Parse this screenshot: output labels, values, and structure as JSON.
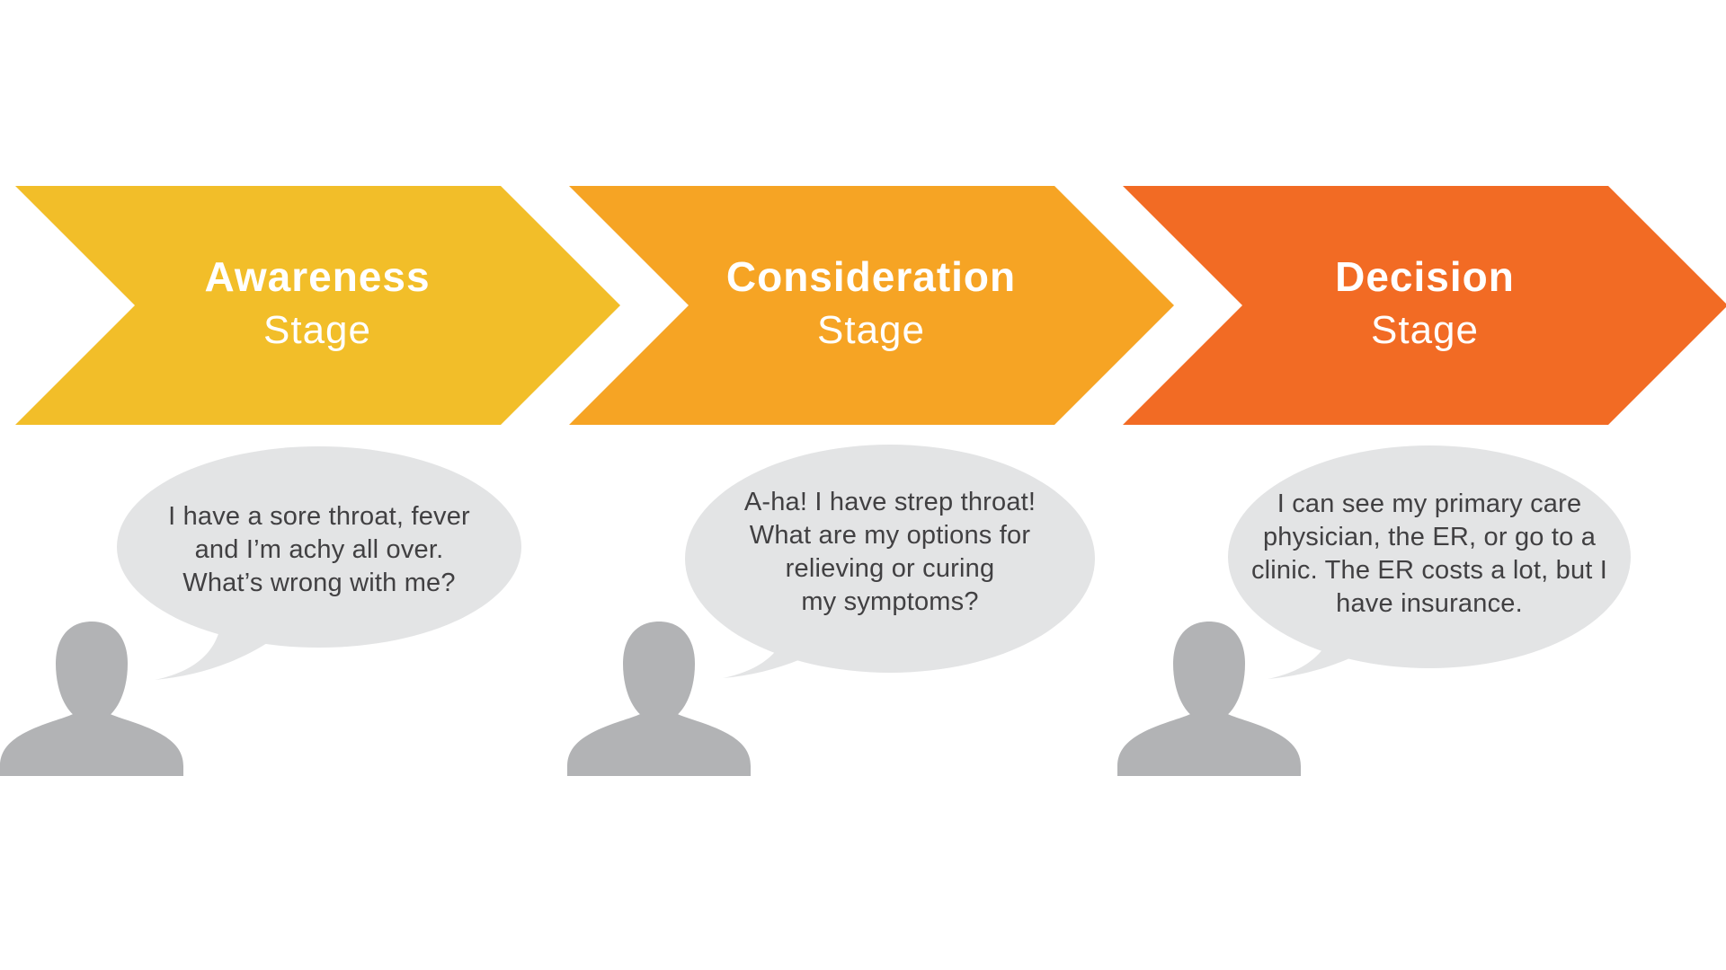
{
  "stages": [
    {
      "label": "Awareness",
      "sublabel": "Stage",
      "arrow_color": "#F2BE29",
      "quote_lines": [
        "I have a sore throat, fever",
        "and I’m achy all over.",
        "What’s wrong with me?"
      ]
    },
    {
      "label": "Consideration",
      "sublabel": "Stage",
      "arrow_color": "#F6A424",
      "quote_lines": [
        "A-ha! I have strep throat!",
        "What are my options for",
        "relieving or curing",
        "my symptoms?"
      ]
    },
    {
      "label": "Decision",
      "sublabel": "Stage",
      "arrow_color": "#F26B24",
      "quote_lines": [
        "I can see my primary care",
        "physician, the ER, or go to a",
        "clinic. The ER costs a lot, but I",
        "have insurance."
      ]
    }
  ],
  "colors": {
    "background": "#FFFFFF",
    "bubble": "#E3E4E5",
    "person": "#B2B3B5",
    "stage_text": "#FFFFFF",
    "quote_text": "#414042"
  }
}
